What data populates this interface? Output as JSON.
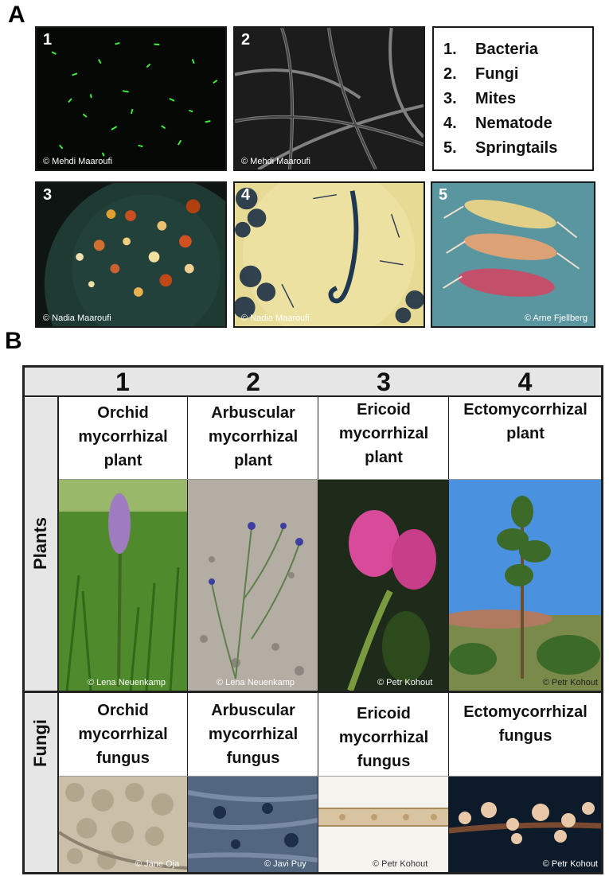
{
  "panel_a": {
    "label": "A",
    "tiles": [
      {
        "num": "1",
        "credit": "© Mehdi Maaroufi"
      },
      {
        "num": "2",
        "credit": "© Mehdi Maaroufi"
      },
      {
        "num": "3",
        "credit": "© Nadia Maaroufi"
      },
      {
        "num": "4",
        "credit": "© Nadia Maaroufi"
      },
      {
        "num": "5",
        "credit": "© Arne Fjellberg"
      }
    ],
    "legend": [
      {
        "n": "1.",
        "label": "Bacteria"
      },
      {
        "n": "2.",
        "label": "Fungi"
      },
      {
        "n": "3.",
        "label": "Mites"
      },
      {
        "n": "4.",
        "label": "Nematode"
      },
      {
        "n": "5.",
        "label": "Springtails"
      }
    ]
  },
  "panel_b": {
    "label": "B",
    "columns": [
      "1",
      "2",
      "3",
      "4"
    ],
    "row_plants": "Plants",
    "row_fungi": "Fungi",
    "plant_titles": [
      "Orchid mycorrhizal plant",
      "Arbuscular mycorrhizal plant",
      "Ericoid mycorrhizal plant",
      "Ectomycorrhizal plant"
    ],
    "fungus_titles": [
      "Orchid mycorrhizal fungus",
      "Arbuscular mycorrhizal fungus",
      "Ericoid mycorrhizal fungus",
      "Ectomycorrhizal fungus"
    ],
    "plant_credits": [
      "© Lena Neuenkamp",
      "© Lena Neuenkamp",
      "© Petr Kohout",
      "© Petr Kohout"
    ],
    "fungus_credits": [
      "© Jane Oja",
      "© Javi Puy",
      "© Petr Kohout",
      "© Petr Kohout"
    ]
  }
}
